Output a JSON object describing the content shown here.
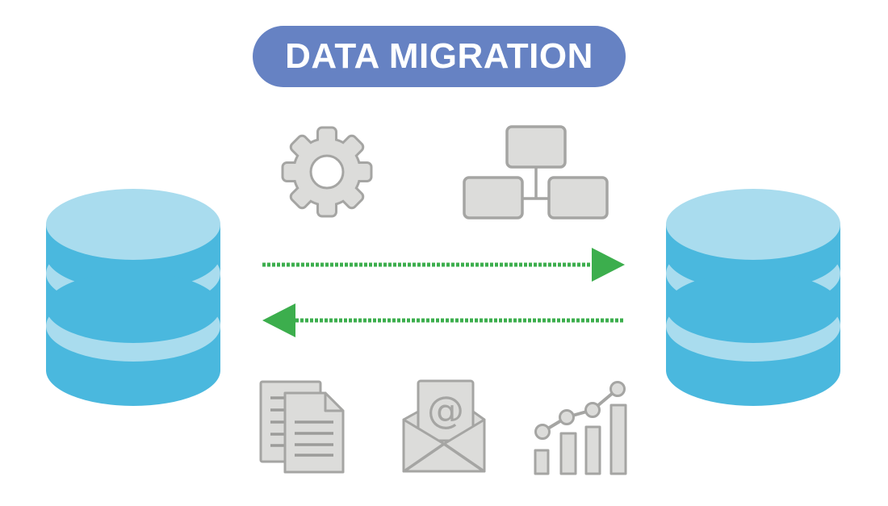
{
  "title": {
    "label": "DATA MIGRATION"
  },
  "colors": {
    "canvas_bg": "#ffffff",
    "pill_bg": "#6682c3",
    "pill_text": "#ffffff",
    "db_body": "#4ab8de",
    "db_light": "#a9dcee",
    "icon_fill": "#dcdcda",
    "icon_stroke": "#a5a5a3",
    "doc_line": "#9c9c9a",
    "arrow_green": "#3cae4d"
  },
  "diagram": {
    "left_database": {
      "name": "source-database"
    },
    "right_database": {
      "name": "target-database"
    },
    "arrows": [
      {
        "direction": "left-to-right",
        "style": "dotted-green"
      },
      {
        "direction": "right-to-left",
        "style": "dotted-green"
      }
    ],
    "icons": {
      "gear": {
        "name": "gear"
      },
      "flowchart": {
        "name": "flowchart"
      },
      "documents": {
        "name": "documents"
      },
      "email": {
        "name": "email",
        "at_symbol": "@"
      },
      "bar_chart": {
        "name": "bar-chart"
      }
    }
  }
}
